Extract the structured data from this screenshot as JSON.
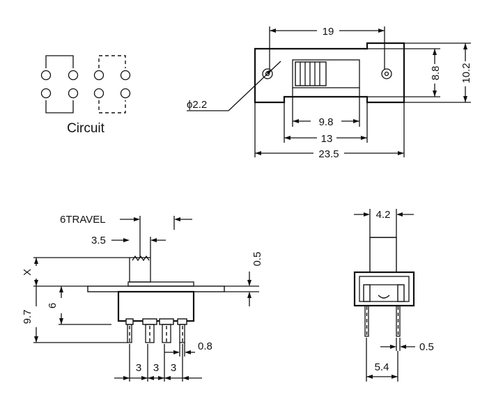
{
  "circuit": {
    "label": "Circuit"
  },
  "top_view": {
    "dim_overall_width": "19",
    "dim_height_inner": "8.8",
    "dim_height_outer": "10.2",
    "dim_hole": "ϕ2.2",
    "dim_slot": "9.8",
    "dim_body": "13",
    "dim_total": "23.5"
  },
  "side_view": {
    "dim_travel": "6TRAVEL",
    "dim_actuator": "3.5",
    "dim_x": "X",
    "dim_plate": "0.5",
    "dim_total_height": "9.7",
    "dim_body_height": "6",
    "dim_pin_width": "0.8",
    "dim_pitch_1": "3",
    "dim_pitch_2": "3",
    "dim_pitch_3": "3"
  },
  "end_view": {
    "dim_actuator_width": "4.2",
    "dim_pin_thickness": "0.5",
    "dim_pin_spacing": "5.4"
  }
}
